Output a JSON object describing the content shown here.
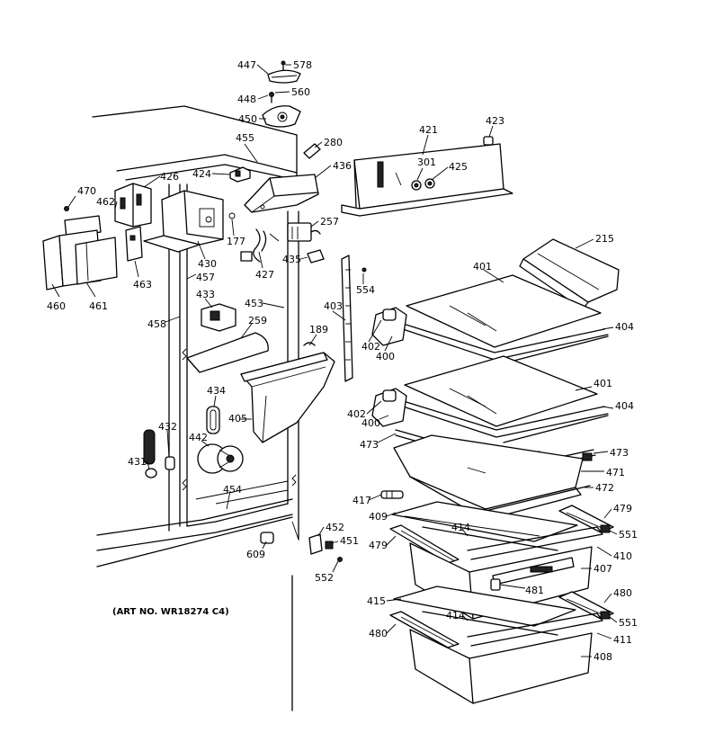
{
  "art_number": "(ART NO. WR18274 C4)",
  "labels": {
    "p447": "447",
    "p578": "578",
    "p448": "448",
    "p560": "560",
    "p450": "450",
    "p455": "455",
    "p280": "280",
    "p421": "421",
    "p423": "423",
    "p424": "424",
    "p426": "426",
    "p436": "436",
    "p301": "301",
    "p425": "425",
    "p470": "470",
    "p462": "462",
    "p257": "257",
    "p177": "177",
    "p430": "430",
    "p427": "427",
    "p435": "435",
    "p215": "215",
    "p457": "457",
    "p554": "554",
    "p401a": "401",
    "p460": "460",
    "p461": "461",
    "p463": "463",
    "p433": "433",
    "p453": "453",
    "p403": "403",
    "p404a": "404",
    "p458": "458",
    "p259": "259",
    "p189": "189",
    "p402a": "402",
    "p400a": "400",
    "p434": "434",
    "p401b": "401",
    "p404b": "404",
    "p405": "405",
    "p402b": "402",
    "p400b": "400",
    "p432": "432",
    "p473a": "473",
    "p442": "442",
    "p473b": "473",
    "p431": "431",
    "p471": "471",
    "p472": "472",
    "p454": "454",
    "p417": "417",
    "p409": "409",
    "p414a": "414",
    "p479a": "479",
    "p452": "452",
    "p551a": "551",
    "p479b": "479",
    "p451": "451",
    "p410": "410",
    "p609": "609",
    "p407": "407",
    "p552": "552",
    "p481": "481",
    "p480a": "480",
    "p415": "415",
    "p414b": "414",
    "p551b": "551",
    "p480b": "480",
    "p411": "411",
    "p408": "408"
  }
}
